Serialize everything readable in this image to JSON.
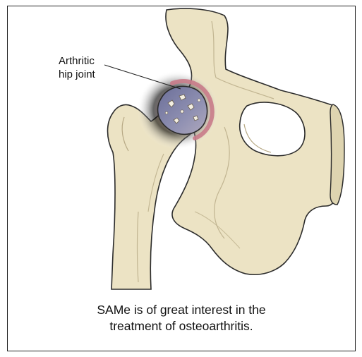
{
  "figure": {
    "label_line1": "Arthritic",
    "label_line2": "hip joint",
    "caption_line1": "SAMe is of great interest in the",
    "caption_line2": "treatment of osteoarthritis.",
    "colors": {
      "bone": "#ece3c4",
      "bone_outline": "#2b2b2b",
      "inflammation": "#e9a3ad",
      "cartilage": "#7d7fa6",
      "border": "#222222"
    }
  }
}
